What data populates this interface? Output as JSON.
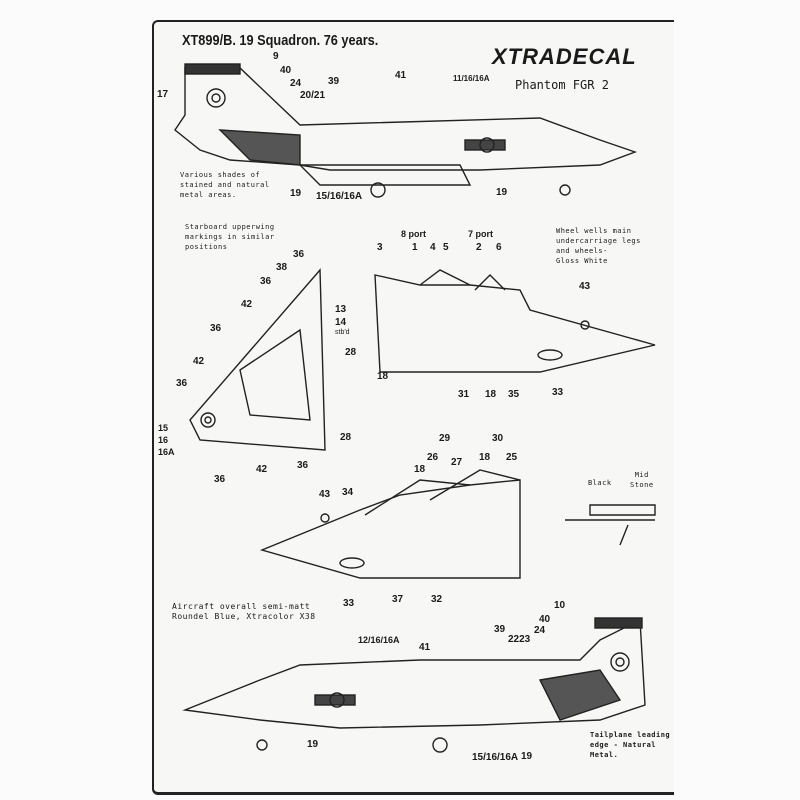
{
  "header": {
    "title": "XT899/B. 19 Squadron. 76 years.",
    "brand": "XTRADECAL",
    "subtitle": "Phantom FGR 2"
  },
  "notes": {
    "metal": "Various shades of\nstained and natural\nmetal areas.",
    "wing": "Starboard upperwing\nmarkings in similar\npositions",
    "wells": "Wheel wells main\nundercarriage legs\nand wheels-\nGloss White",
    "overall": "Aircraft overall semi-matt\nRoundel Blue, Xtracolor X38",
    "tailplane": "Tailplane leading\nedge - Natural\nMetal.",
    "black": "Black",
    "midstone": "Mid\nStone"
  },
  "labels": [
    "9",
    "40",
    "24",
    "20/21",
    "39",
    "17",
    "41",
    "11/16/16A",
    "19",
    "15/16/16A",
    "19",
    "36",
    "38",
    "36",
    "42",
    "13",
    "14",
    "stb'd",
    "36",
    "28",
    "42",
    "36",
    "28",
    "15\n16\n16A",
    "42",
    "36",
    "36",
    "8 port",
    "7 port",
    "3",
    "1",
    "4",
    "5",
    "2",
    "6",
    "18",
    "31",
    "18",
    "35",
    "43",
    "33",
    "29",
    "30",
    "26",
    "27",
    "18",
    "25",
    "18",
    "43",
    "34",
    "33",
    "37",
    "32",
    "10",
    "40",
    "39",
    "24",
    "2223",
    "12/16/16A",
    "41",
    "19",
    "15/16/16A",
    "19"
  ]
}
